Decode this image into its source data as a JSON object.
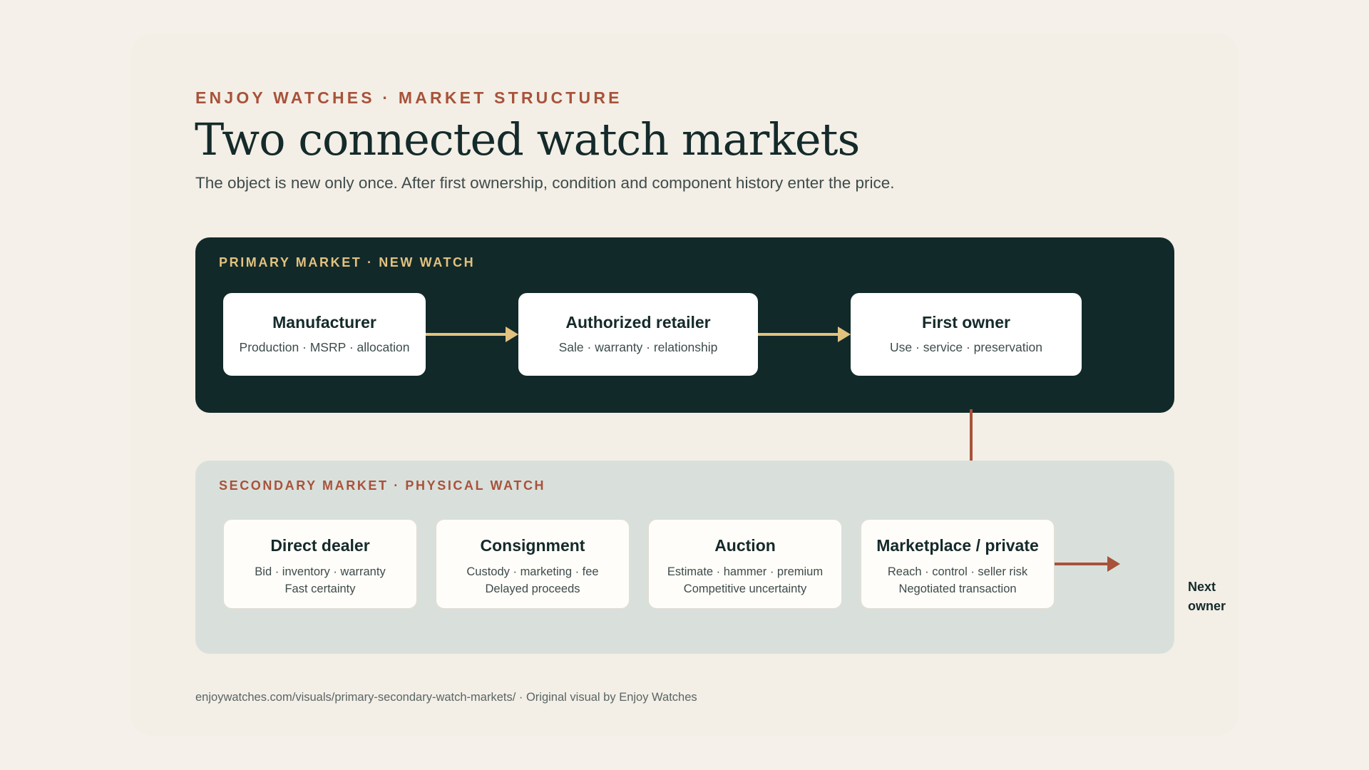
{
  "eyebrow": "ENJOY WATCHES · MARKET STRUCTURE",
  "title": "Two connected watch markets",
  "subtitle": "The object is new only once. After first ownership, condition and component history enter the price.",
  "primary": {
    "label": "PRIMARY MARKET · NEW WATCH",
    "nodes": [
      {
        "title": "Manufacturer",
        "sub": "Production · MSRP · allocation"
      },
      {
        "title": "Authorized retailer",
        "sub": "Sale · warranty · relationship"
      },
      {
        "title": "First owner",
        "sub": "Use · service · preservation"
      }
    ]
  },
  "secondary": {
    "label": "SECONDARY MARKET · PHYSICAL WATCH",
    "nodes": [
      {
        "title": "Direct dealer",
        "sub": "Bid · inventory · warranty",
        "sub2": "Fast certainty"
      },
      {
        "title": "Consignment",
        "sub": "Custody · marketing · fee",
        "sub2": "Delayed proceeds"
      },
      {
        "title": "Auction",
        "sub": "Estimate · hammer · premium",
        "sub2": "Competitive uncertainty"
      },
      {
        "title": "Marketplace / private",
        "sub": "Reach · control · seller risk",
        "sub2": "Negotiated transaction"
      }
    ],
    "next_owner": "Next owner"
  },
  "footer": "enjoywatches.com/visuals/primary-secondary-watch-markets/ · Original visual by Enjoy Watches",
  "colors": {
    "background": "#f5f1ea",
    "card": "#f3efe6",
    "primary_panel": "#12292a",
    "secondary_panel": "#d9e0dc",
    "accent_rust": "#a8523a",
    "accent_gold": "#e2c27e",
    "text_dark": "#152a2a"
  }
}
